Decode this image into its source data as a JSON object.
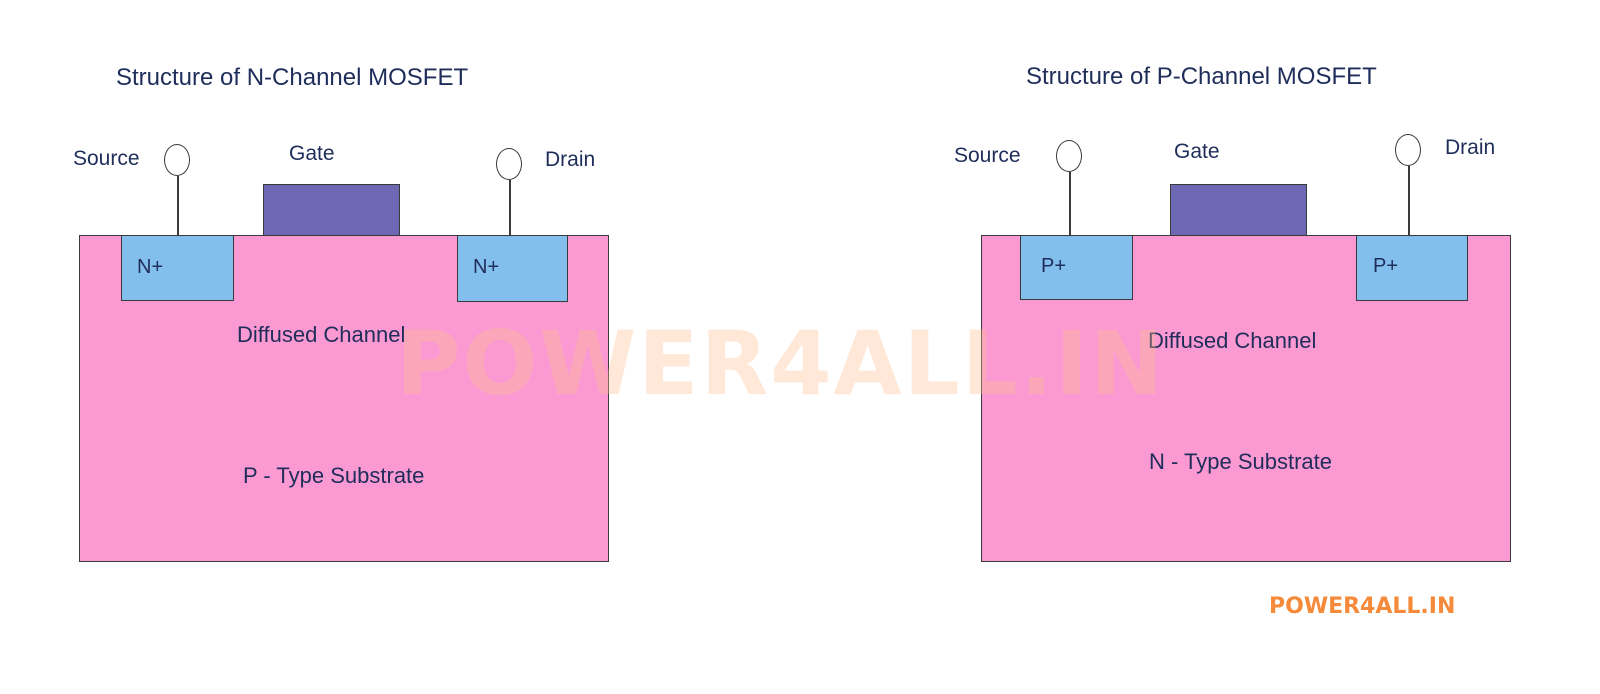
{
  "diagrams": {
    "nmos": {
      "title": "Structure of N-Channel MOSFET",
      "source_label": "Source",
      "gate_label": "Gate",
      "drain_label": "Drain",
      "left_well": "N+",
      "right_well": "N+",
      "channel": "Diffused Channel",
      "substrate": "P - Type Substrate"
    },
    "pmos": {
      "title": "Structure of P-Channel MOSFET",
      "source_label": "Source",
      "gate_label": "Gate",
      "drain_label": "Drain",
      "left_well": "P+",
      "right_well": "P+",
      "channel": "Diffused Channel",
      "substrate": "N - Type Substrate"
    }
  },
  "watermark": "POWER4ALL.IN",
  "brand": "POWER4ALL.IN",
  "colors": {
    "substrate": "#fb9ad2",
    "well": "#82bfec",
    "gate": "#6c68b3",
    "text": "#1f2d5a",
    "brand": "#f58a3a"
  }
}
